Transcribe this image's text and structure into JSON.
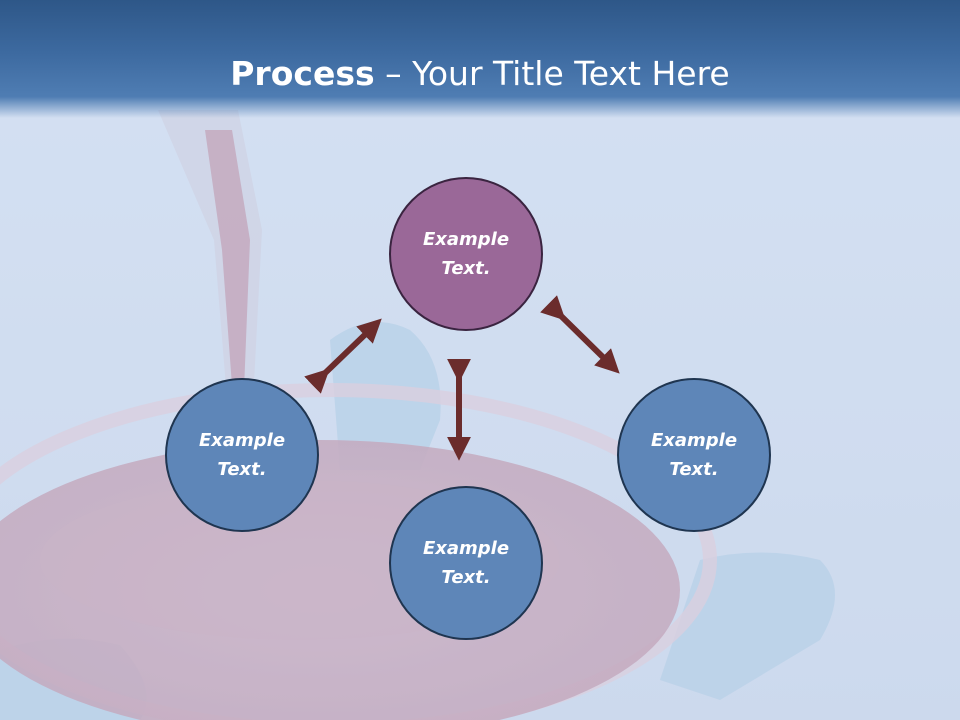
{
  "slide": {
    "title_bold": "Process",
    "title_rest": " – Your Title Text Here"
  },
  "nodes": [
    {
      "id": "top",
      "text": "Example Text.",
      "color": "#9a6898"
    },
    {
      "id": "left",
      "text": "Example Text.",
      "color": "#5e86b8"
    },
    {
      "id": "bottom",
      "text": "Example Text.",
      "color": "#5e86b8"
    },
    {
      "id": "right",
      "text": "Example Text.",
      "color": "#5e86b8"
    }
  ],
  "colors": {
    "header": "#3d6aa0",
    "arrow": "#6b2c2c",
    "background": "#d6e2f2"
  }
}
